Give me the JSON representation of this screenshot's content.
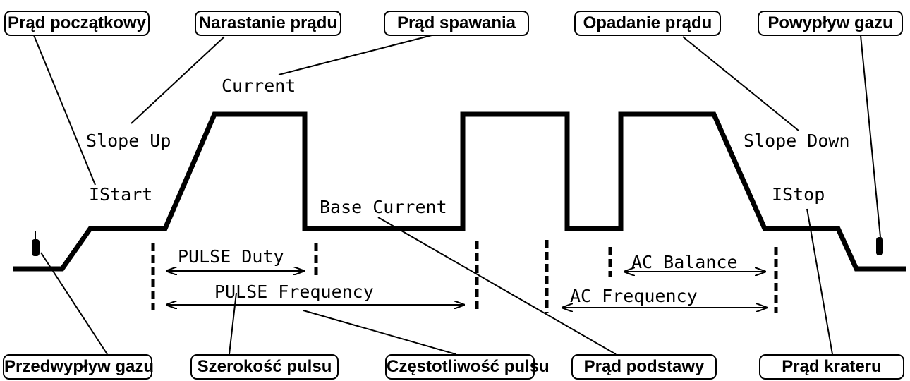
{
  "polish_labels": {
    "prad_poczatkowy": "Prąd początkowy",
    "narastanie_pradu": "Narastanie prądu",
    "prad_spawania": "Prąd spawania",
    "opadanie_pradu": "Opadanie prądu",
    "powyplyw_gazu": "Powypływ gazu",
    "przedwyplyw_gazu": "Przedwypływ gazu",
    "szerokosc_pulsu": "Szerokość pulsu",
    "czestotliwosc_pulsu": "Częstotliwość pulsu",
    "prad_podstawy": "Prąd podstawy",
    "prad_krateru": "Prąd krateru"
  },
  "english_labels": {
    "current": "Current",
    "slope_up": "Slope Up",
    "istart": "IStart",
    "base_current": "Base Current",
    "slope_down": "Slope Down",
    "istop": "IStop",
    "pulse_duty": "PULSE Duty",
    "pulse_frequency": "PULSE Frequency",
    "ac_balance": "AC Balance",
    "ac_frequency": "AC Frequency"
  }
}
